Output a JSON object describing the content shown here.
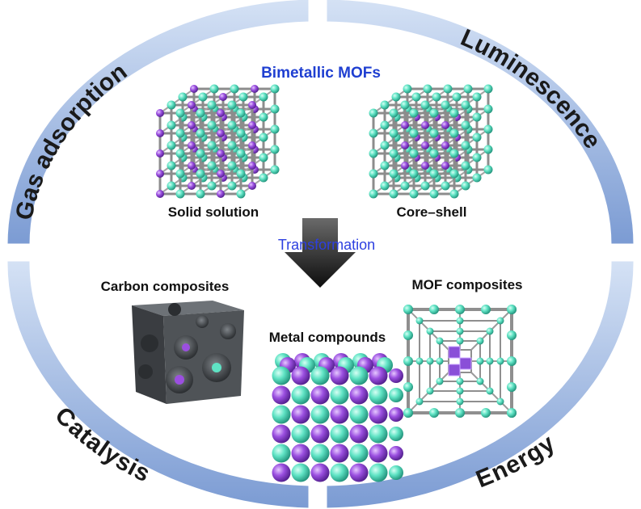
{
  "ring": {
    "top_left": "Gas adsorption",
    "top_right": "Luminescence",
    "bottom_left": "Catalysis",
    "bottom_right": "Energy"
  },
  "center": {
    "title": "Bimetallic MOFs",
    "solid_solution": "Solid solution",
    "core_shell": "Core–shell",
    "transformation": "Transformation",
    "carbon_composites": "Carbon composites",
    "metal_compounds": "Metal compounds",
    "mof_composites": "MOF composites"
  },
  "colors": {
    "ring_light": "#bcd0ee",
    "ring_dark": "#6f93cf",
    "cyan_node": "#5fe3c4",
    "purple_node": "#9b4fe0",
    "title_blue": "#1f3fd1"
  },
  "icons": {
    "arrow": "down-arrow-icon"
  }
}
